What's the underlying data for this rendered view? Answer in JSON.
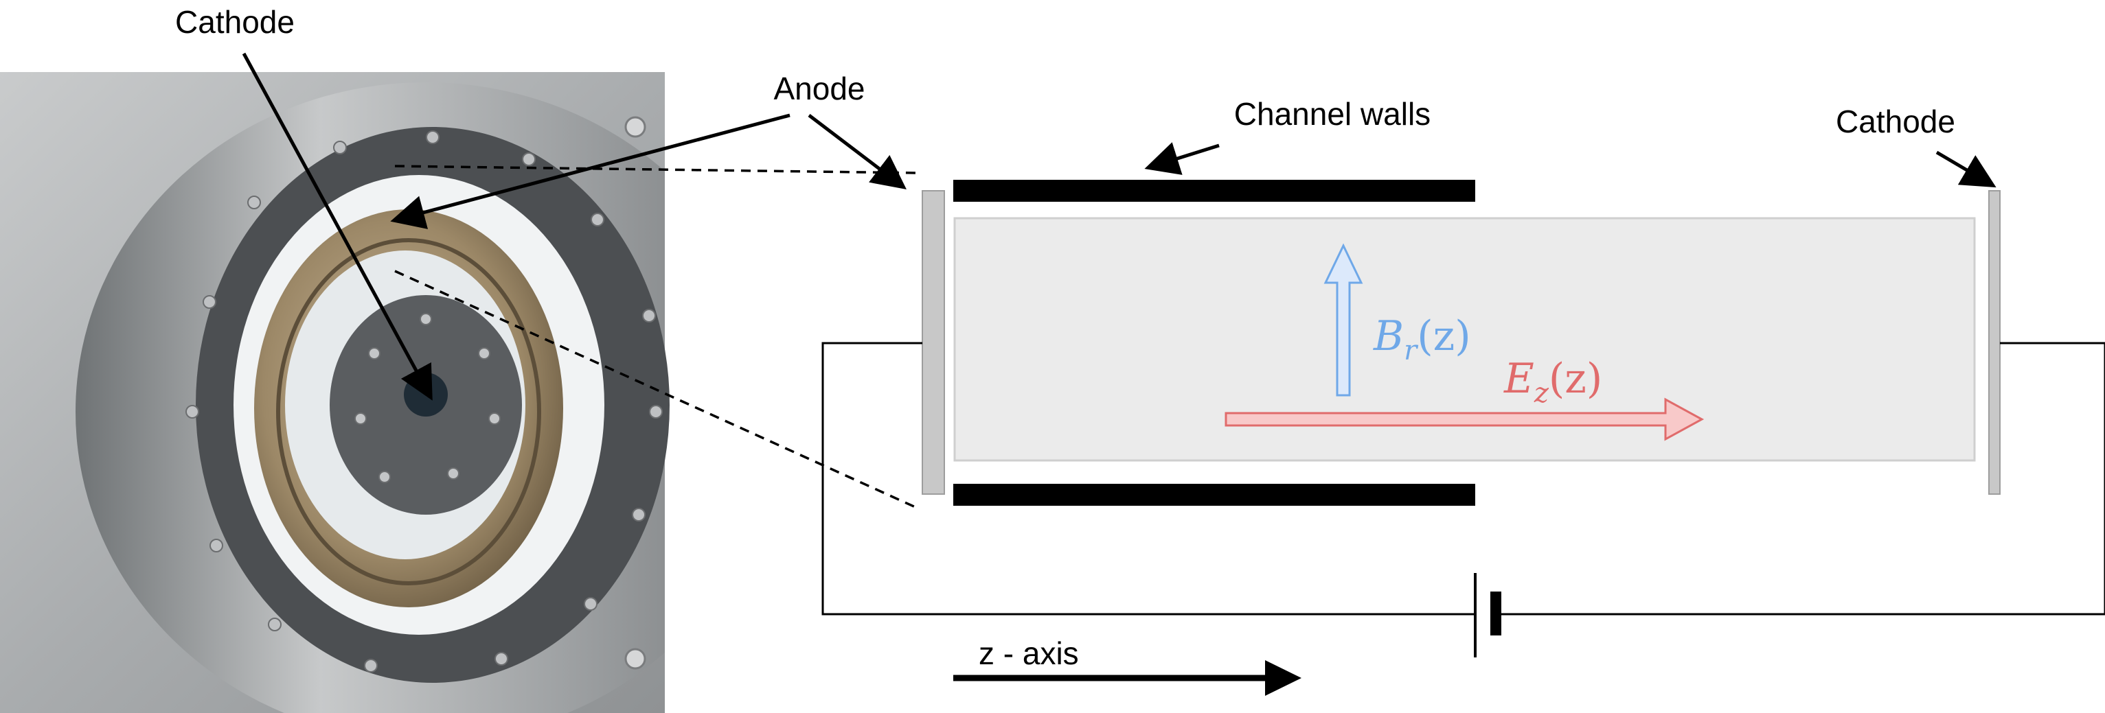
{
  "labels": {
    "cathode_top": "Cathode",
    "anode": "Anode",
    "channel_walls": "Channel walls",
    "cathode_right": "Cathode",
    "z_axis": "z - axis"
  },
  "fields": {
    "b_symbol": "B",
    "b_sub": "r",
    "b_arg": "(z)",
    "e_symbol": "E",
    "e_sub": "z",
    "e_arg": "(z)"
  },
  "colors": {
    "b_field": "#6fa8e8",
    "b_fill": "#dce9fb",
    "e_field": "#e06b6b",
    "e_fill": "#f8c9c9",
    "channel": "#ebebeb",
    "electrode": "#c8c8c8",
    "wall": "#000000"
  }
}
